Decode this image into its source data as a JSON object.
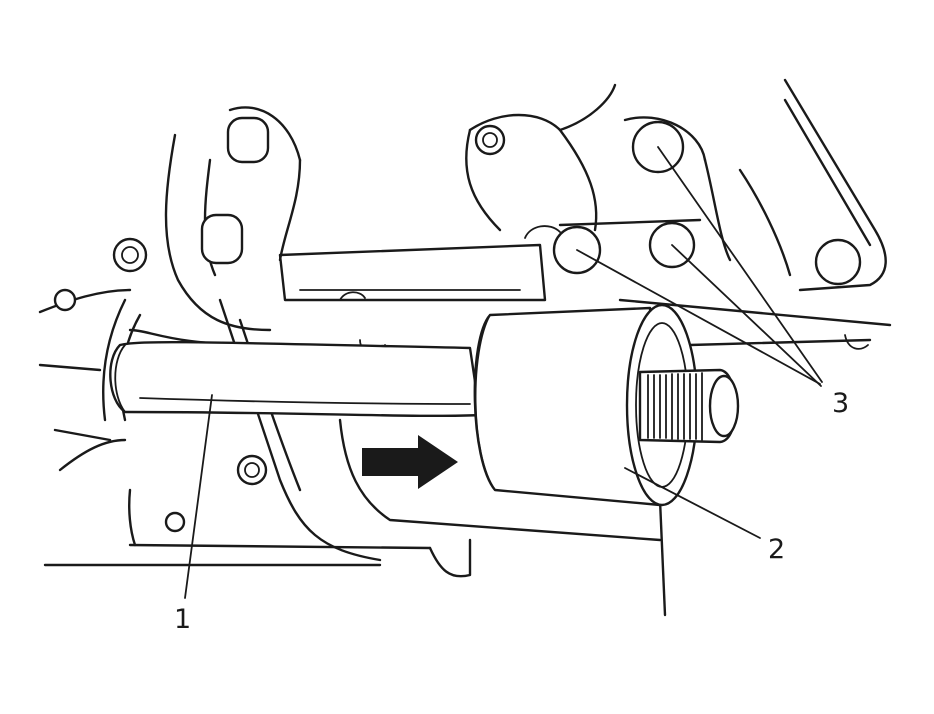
{
  "figure": {
    "callouts": [
      {
        "id": "1",
        "label": "1"
      },
      {
        "id": "2",
        "label": "2"
      },
      {
        "id": "3",
        "label": "3"
      }
    ],
    "arrow_direction": "right",
    "colors": {
      "ink": "#1a1a1a",
      "background": "#ffffff"
    }
  }
}
